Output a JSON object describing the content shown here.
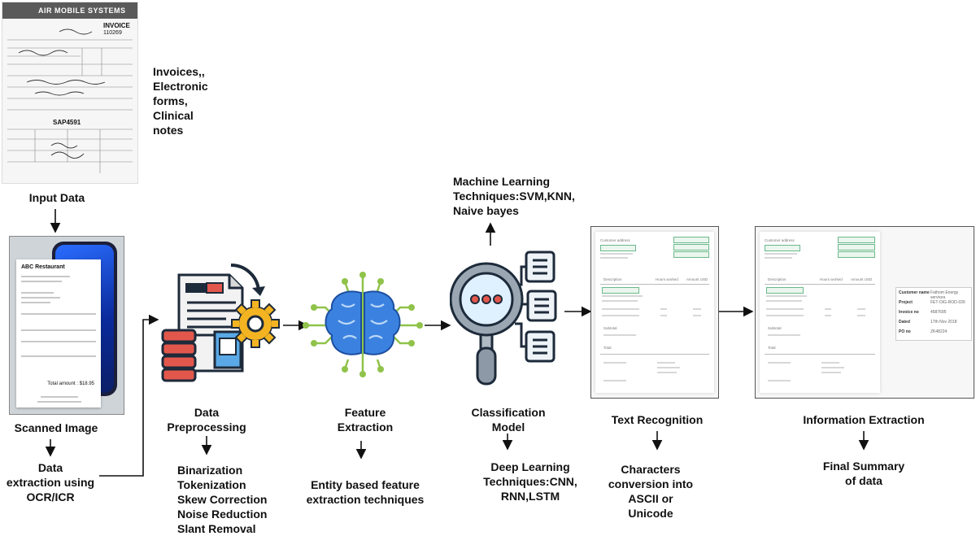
{
  "invoice": {
    "company": "AIR MOBILE SYSTEMS",
    "invoice_word": "INVOICE",
    "invoice_number": "110269",
    "code": "SAP4591"
  },
  "input_desc": "Invoices,,\nElectronic\nforms,\nClinical\nnotes",
  "input_data": "Input Data",
  "receipt": {
    "title": "ABC Restaurant",
    "total": "Total amount : $18.95"
  },
  "scanned_image": "Scanned Image",
  "ocr_step": "Data\nextraction using\nOCR/ICR",
  "preprocessing": {
    "title": "Data\nPreprocessing",
    "steps": "Binarization\nTokenization\nSkew Correction\nNoise Reduction\nSlant Removal"
  },
  "feature": {
    "title": "Feature\nExtraction",
    "detail": "Entity based feature\nextraction techniques"
  },
  "classification": {
    "ml": "Machine Learning\nTechniques:SVM,KNN,\nNaive bayes",
    "title": "Classification\nModel",
    "dl": "Deep Learning\nTechniques:CNN,\nRNN,LSTM"
  },
  "text_recognition": {
    "title": "Text Recognition",
    "detail": "Characters\nconversion into\nASCII or\nUnicode"
  },
  "information_extraction": {
    "title": "Information Extraction",
    "detail": "Final Summary\nof data"
  },
  "doc_form": {
    "customer_address": "Customer address",
    "invoice_no": "Invoice no",
    "dated": "Dated",
    "po_no": "PO no",
    "description": "Description",
    "hours_worked": "Hours worked",
    "amount": "Amount USD",
    "subtotal": "Subtotal",
    "total": "Total"
  },
  "summary": {
    "rows": [
      {
        "k": "Customer name",
        "v": "Fathom Energy services"
      },
      {
        "k": "Project",
        "v": "FET-OIG-ROD-026"
      },
      {
        "k": "Invoice no",
        "v": "4587695"
      },
      {
        "k": "Dated",
        "v": "17th Nov 2018"
      },
      {
        "k": "PO no",
        "v": "ZK48224"
      }
    ]
  }
}
